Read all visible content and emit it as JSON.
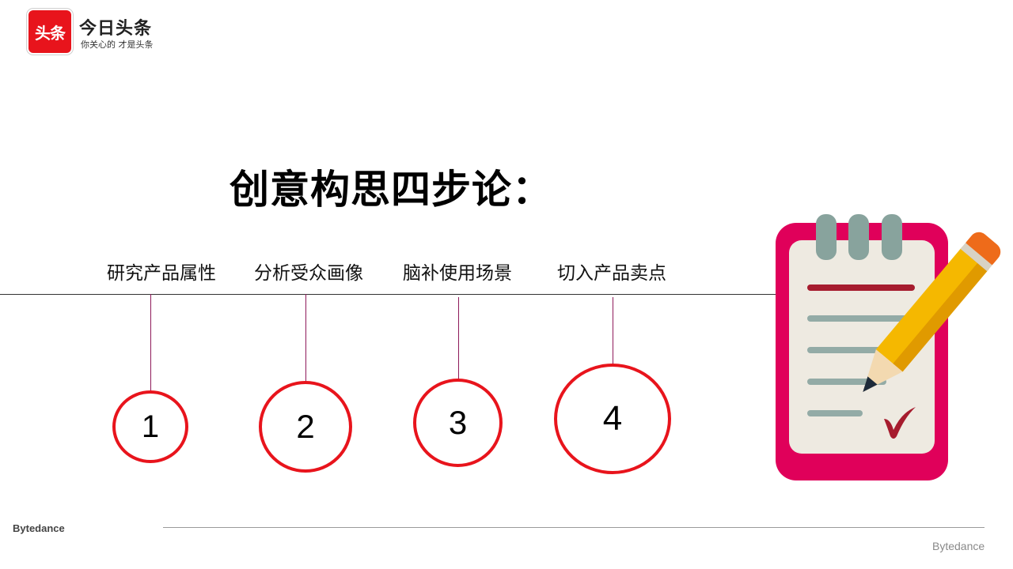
{
  "logo": {
    "mark": "头条",
    "name": "今日头条",
    "slogan": "你关心的 才是头条"
  },
  "title": "创意构思四步论：",
  "steps": [
    {
      "label": "研究产品属性",
      "number": "1"
    },
    {
      "label": "分析受众画像",
      "number": "2"
    },
    {
      "label": "脑补使用场景",
      "number": "3"
    },
    {
      "label": "切入产品卖点",
      "number": "4"
    }
  ],
  "illustration": "notepad-pencil-icon",
  "colors": {
    "accent_red": "#e8141c",
    "connector": "#8e1a5a",
    "notepad_frame": "#e0005a",
    "pencil": "#f5b800"
  },
  "footer": {
    "left_brand": "Bytedance",
    "right_brand": "Bytedance"
  }
}
